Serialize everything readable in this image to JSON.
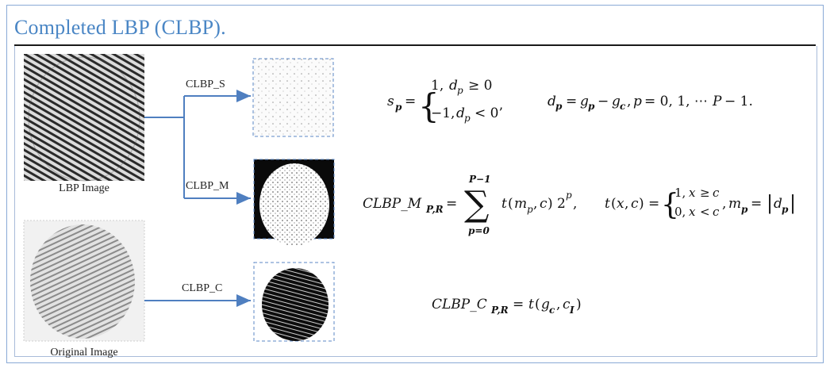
{
  "title": "Completed LBP (CLBP).",
  "images": {
    "lbp_label": "LBP Image",
    "original_label": "Original Image"
  },
  "branches": {
    "s": "CLBP_S",
    "m": "CLBP_M",
    "c": "CLBP_C"
  }
}
